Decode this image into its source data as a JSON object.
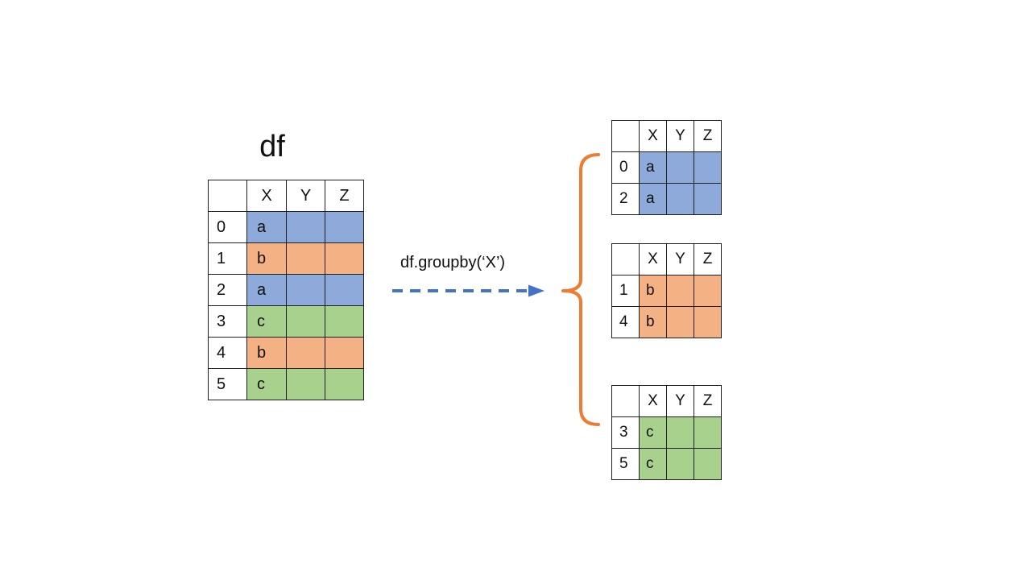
{
  "title": "df",
  "operation_label": "df.groupby(‘X’)",
  "colors": {
    "group_a_fill": "#8EAADB",
    "group_b_fill": "#F4B183",
    "group_c_fill": "#A9D18E",
    "arrow": "#4472C4",
    "brace": "#ED7D31",
    "table_border": "#1F1F1F",
    "text": "#111111",
    "background": "#FFFFFF"
  },
  "main_table": {
    "headers": [
      "",
      "X",
      "Y",
      "Z"
    ],
    "rows": [
      {
        "index": "0",
        "x": "a",
        "y": "",
        "z": "",
        "group": "a"
      },
      {
        "index": "1",
        "x": "b",
        "y": "",
        "z": "",
        "group": "b"
      },
      {
        "index": "2",
        "x": "a",
        "y": "",
        "z": "",
        "group": "a"
      },
      {
        "index": "3",
        "x": "c",
        "y": "",
        "z": "",
        "group": "c"
      },
      {
        "index": "4",
        "x": "b",
        "y": "",
        "z": "",
        "group": "b"
      },
      {
        "index": "5",
        "x": "c",
        "y": "",
        "z": "",
        "group": "c"
      }
    ]
  },
  "group_tables": [
    {
      "group": "a",
      "headers": [
        "",
        "X",
        "Y",
        "Z"
      ],
      "rows": [
        {
          "index": "0",
          "x": "a",
          "y": "",
          "z": ""
        },
        {
          "index": "2",
          "x": "a",
          "y": "",
          "z": ""
        }
      ]
    },
    {
      "group": "b",
      "headers": [
        "",
        "X",
        "Y",
        "Z"
      ],
      "rows": [
        {
          "index": "1",
          "x": "b",
          "y": "",
          "z": ""
        },
        {
          "index": "4",
          "x": "b",
          "y": "",
          "z": ""
        }
      ]
    },
    {
      "group": "c",
      "headers": [
        "",
        "X",
        "Y",
        "Z"
      ],
      "rows": [
        {
          "index": "3",
          "x": "c",
          "y": "",
          "z": ""
        },
        {
          "index": "5",
          "x": "c",
          "y": "",
          "z": ""
        }
      ]
    }
  ]
}
